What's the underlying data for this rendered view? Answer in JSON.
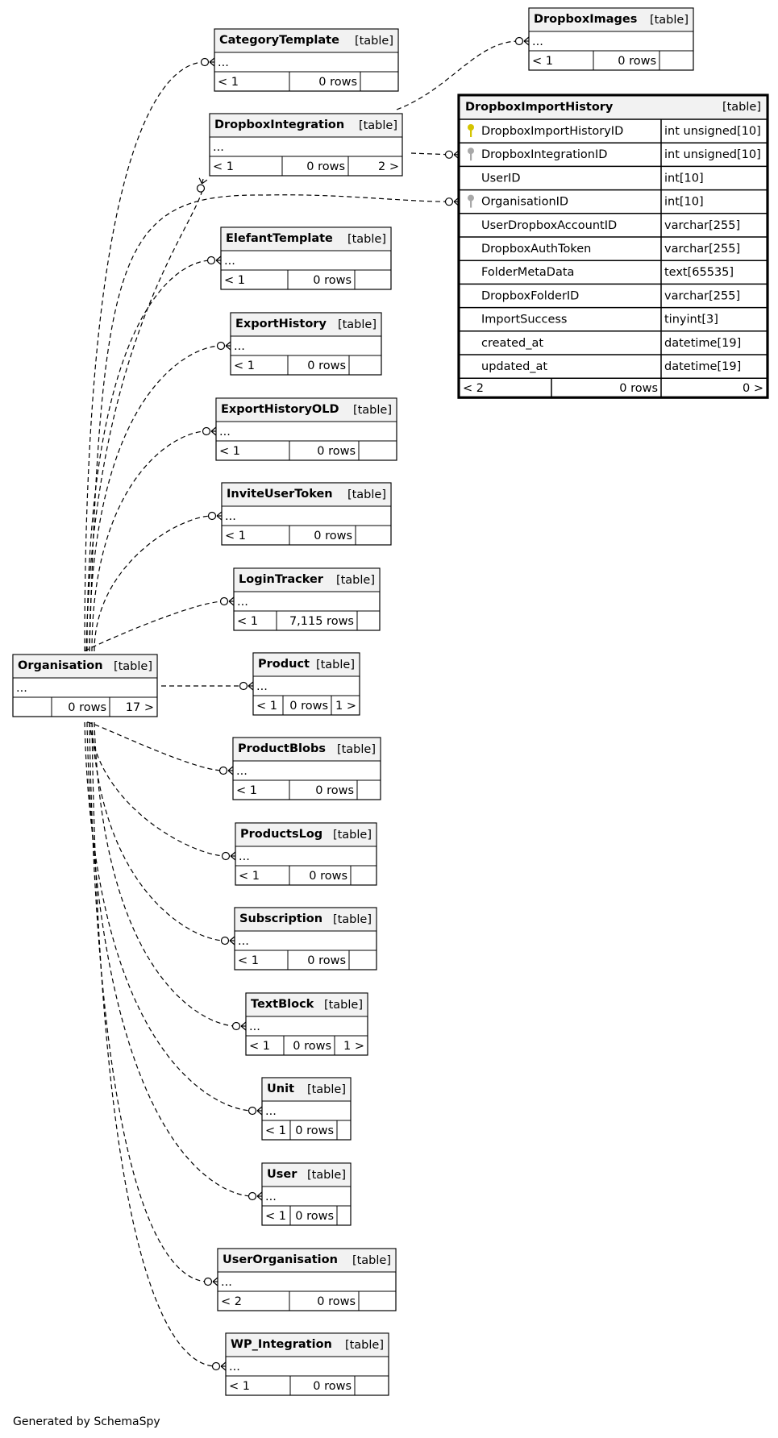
{
  "footer": "Generated by SchemaSpy",
  "table_tag": "[table]",
  "ellipsis": "...",
  "focus_table": {
    "name": "DropboxImportHistory",
    "columns": [
      {
        "name": "DropboxImportHistoryID",
        "type": "int unsigned[10]",
        "key": "primary"
      },
      {
        "name": "DropboxIntegrationID",
        "type": "int unsigned[10]",
        "key": "foreign"
      },
      {
        "name": "UserID",
        "type": "int[10]",
        "key": ""
      },
      {
        "name": "OrganisationID",
        "type": "int[10]",
        "key": "foreign"
      },
      {
        "name": "UserDropboxAccountID",
        "type": "varchar[255]",
        "key": ""
      },
      {
        "name": "DropboxAuthToken",
        "type": "varchar[255]",
        "key": ""
      },
      {
        "name": "FolderMetaData",
        "type": "text[65535]",
        "key": ""
      },
      {
        "name": "DropboxFolderID",
        "type": "varchar[255]",
        "key": ""
      },
      {
        "name": "ImportSuccess",
        "type": "tinyint[3]",
        "key": ""
      },
      {
        "name": "created_at",
        "type": "datetime[19]",
        "key": ""
      },
      {
        "name": "updated_at",
        "type": "datetime[19]",
        "key": ""
      }
    ],
    "footer": {
      "parents": "< 2",
      "rows": "0 rows",
      "children": "0 >"
    }
  },
  "tables": [
    {
      "id": "t-dropboximages",
      "name": "DropboxImages",
      "parents": "< 1",
      "rows": "0 rows",
      "children": ""
    },
    {
      "id": "t-categorytemplate",
      "name": "CategoryTemplate",
      "parents": "< 1",
      "rows": "0 rows",
      "children": ""
    },
    {
      "id": "t-dropboxintegration",
      "name": "DropboxIntegration",
      "parents": "< 1",
      "rows": "0 rows",
      "children": "2 >"
    },
    {
      "id": "t-elefanttemplate",
      "name": "ElefantTemplate",
      "parents": "< 1",
      "rows": "0 rows",
      "children": ""
    },
    {
      "id": "t-exporthistory",
      "name": "ExportHistory",
      "parents": "< 1",
      "rows": "0 rows",
      "children": ""
    },
    {
      "id": "t-exporthistoryold",
      "name": "ExportHistoryOLD",
      "parents": "< 1",
      "rows": "0 rows",
      "children": ""
    },
    {
      "id": "t-inviteusertoken",
      "name": "InviteUserToken",
      "parents": "< 1",
      "rows": "0 rows",
      "children": ""
    },
    {
      "id": "t-logintracker",
      "name": "LoginTracker",
      "parents": "< 1",
      "rows": "7,115 rows",
      "children": ""
    },
    {
      "id": "t-organisation",
      "name": "Organisation",
      "parents": "",
      "rows": "0 rows",
      "children": "17 >"
    },
    {
      "id": "t-product",
      "name": "Product",
      "parents": "< 1",
      "rows": "0 rows",
      "children": "1 >"
    },
    {
      "id": "t-productblobs",
      "name": "ProductBlobs",
      "parents": "< 1",
      "rows": "0 rows",
      "children": ""
    },
    {
      "id": "t-productslog",
      "name": "ProductsLog",
      "parents": "< 1",
      "rows": "0 rows",
      "children": ""
    },
    {
      "id": "t-subscription",
      "name": "Subscription",
      "parents": "< 1",
      "rows": "0 rows",
      "children": ""
    },
    {
      "id": "t-textblock",
      "name": "TextBlock",
      "parents": "< 1",
      "rows": "0 rows",
      "children": "1 >"
    },
    {
      "id": "t-unit",
      "name": "Unit",
      "parents": "< 1",
      "rows": "0 rows",
      "children": ""
    },
    {
      "id": "t-user",
      "name": "User",
      "parents": "< 1",
      "rows": "0 rows",
      "children": ""
    },
    {
      "id": "t-userorganisation",
      "name": "UserOrganisation",
      "parents": "< 2",
      "rows": "0 rows",
      "children": ""
    },
    {
      "id": "t-wpintegration",
      "name": "WP_Integration",
      "parents": "< 1",
      "rows": "0 rows",
      "children": ""
    }
  ],
  "colors": {
    "primary_key": "#d4c400",
    "foreign_key": "#a8a8a8",
    "header_bg": "#f2f2f2"
  }
}
